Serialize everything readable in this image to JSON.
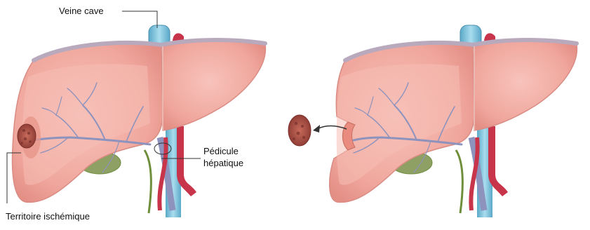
{
  "labels": {
    "vena_cava": "Veine cave",
    "pedicle_line1": "Pédicule",
    "pedicle_line2": "hépatique",
    "ischemic_territory": "Territoire ischémique"
  },
  "colors": {
    "liver_fill": "#f2aba2",
    "liver_edge": "#d98c83",
    "capsule": "#b8a9bd",
    "vena_cava": "#7fc4dc",
    "artery": "#c8344a",
    "vein_portal": "#8e93bd",
    "gallbladder": "#8ea064",
    "bile_duct": "#6f8e3c",
    "lesion": "#b5524a",
    "label_line": "#333333"
  },
  "icons": [
    "liver-illustration",
    "tumor-illustration",
    "resection-arrow-icon"
  ]
}
